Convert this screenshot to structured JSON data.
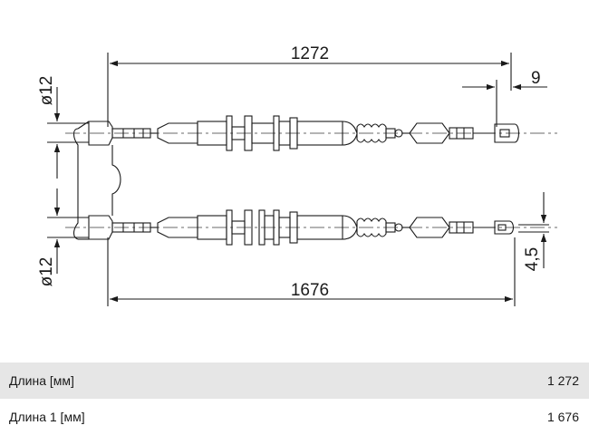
{
  "drawing": {
    "dimensions": {
      "length_top": "1272",
      "length_bottom": "1676",
      "offset_end": "9",
      "diameter_top": "ø12",
      "diameter_bottom": "ø12",
      "pin_offset": "4,5"
    },
    "line_color": "#1a1a1a",
    "centerline_color": "#3a3a3a"
  },
  "specs": [
    {
      "label": "Длина [мм]",
      "value": "1 272"
    },
    {
      "label": "Длина 1 [мм]",
      "value": "1 676"
    }
  ]
}
